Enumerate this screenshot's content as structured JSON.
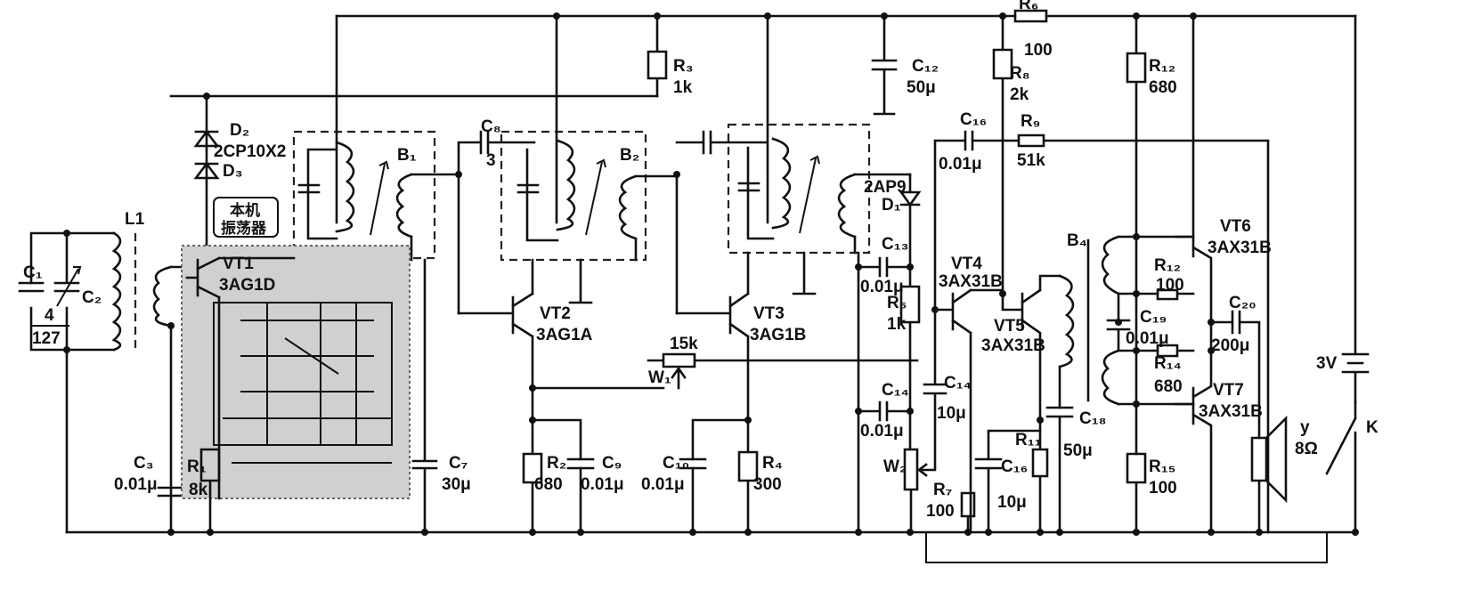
{
  "labels": {
    "L1": "L1",
    "C1": "C₁",
    "C1_frac_num": "4",
    "C1_frac_den": "127",
    "C2": "C₂",
    "C3": "C₃",
    "C3_val": "0.01μ",
    "D2": "D₂",
    "D2_type": "2CP10X2",
    "D3": "D₃",
    "osc_line1": "本机",
    "osc_line2": "振荡器",
    "VT1": "VT1",
    "VT1_type": "3AG1D",
    "B1": "B₁",
    "R1": "R₁",
    "R1_val": "8k",
    "C7": "C₇",
    "C7_val": "30μ",
    "C8": "C₈",
    "C8_val": "3",
    "B2": "B₂",
    "R3": "R₃",
    "R3_val": "1k",
    "VT2": "VT2",
    "VT2_type": "3AG1A",
    "R2": "R₂",
    "R2_val": "680",
    "C9": "C₉",
    "C9_val": "0.01μ",
    "W1": "W₁",
    "W1_val": "15k",
    "VT3": "VT3",
    "VT3_type": "3AG1B",
    "C10": "C₁₀",
    "C10_val": "0.01μ",
    "R4": "R₄",
    "R4_val": "300",
    "C12": "C₁₂",
    "C12_val": "50μ",
    "D1_type": "2AP9",
    "D1": "D₁",
    "C13": "C₁₃",
    "C13_val": "0.01μ",
    "R5": "R₅",
    "R5_val": "1k",
    "C14": "C₁₄",
    "C14_val": "0.01μ",
    "W2": "W₂",
    "R6": "R₆",
    "R6_val": "100",
    "R8": "R₈",
    "R8_val": "2k",
    "C16": "C₁₆",
    "C16_val": "0.01μ",
    "R9": "R₉",
    "R9_val": "51k",
    "VT4": "VT4",
    "VT4_type": "3AX31B",
    "VT5": "VT5",
    "VT5_type": "3AX31B",
    "C15": "C₁₄",
    "C15_val": "10μ",
    "R7": "R₇",
    "R7_val": "100",
    "C17": "C₁₆",
    "C17_val": "10μ",
    "R11": "R₁₁",
    "C18": "C₁₈",
    "C18_val": "50μ",
    "B4": "B₄",
    "R12": "R₁₂",
    "R12_val": "680",
    "VT6": "VT6",
    "VT6_type": "3AX31B",
    "R13": "R₁₂",
    "R13_val": "100",
    "C19": "C₁₉",
    "C19_val": "0.01μ",
    "C20": "C₂₀",
    "C20_val": "200μ",
    "R14": "R₁₄",
    "R14_val": "680",
    "VT7": "VT7",
    "VT7_type": "3AX31B",
    "R15": "R₁₅",
    "R15_val": "100",
    "batt": "3V",
    "spk": "y",
    "spk_val": "8Ω",
    "K": "K"
  }
}
